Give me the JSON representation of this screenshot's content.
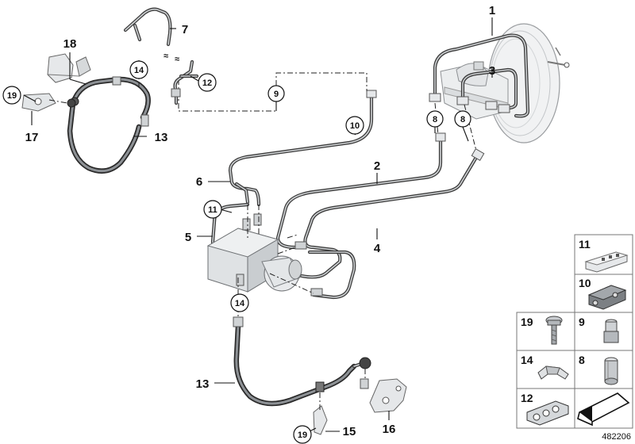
{
  "diagram": {
    "callouts": {
      "c1": "1",
      "c2": "2",
      "c3": "3",
      "c4": "4",
      "c5": "5",
      "c6": "6",
      "c7": "7",
      "c13a": "13",
      "c13b": "13",
      "c15": "15",
      "c16": "16",
      "c17": "17",
      "c18": "18"
    },
    "circled": {
      "c8a": "8",
      "c8b": "8",
      "c9": "9",
      "c10": "10",
      "c11": "11",
      "c12": "12",
      "c14a": "14",
      "c14b": "14",
      "c19a": "19",
      "c19b": "19"
    },
    "legend": {
      "cells": [
        {
          "label": "11",
          "icon": "connector-block-icon"
        },
        {
          "label": "10",
          "icon": "coupling-block-icon"
        },
        {
          "label": "19",
          "icon": "bolt-icon"
        },
        {
          "label": "9",
          "icon": "nut-icon"
        },
        {
          "label": "14",
          "icon": "bracket-icon"
        },
        {
          "label": "8",
          "icon": "union-nut-icon"
        },
        {
          "label": "12",
          "icon": "clip-holder-icon"
        },
        {
          "label": "",
          "icon": "arrow-shape-icon"
        }
      ]
    },
    "doc_number": "482206"
  }
}
